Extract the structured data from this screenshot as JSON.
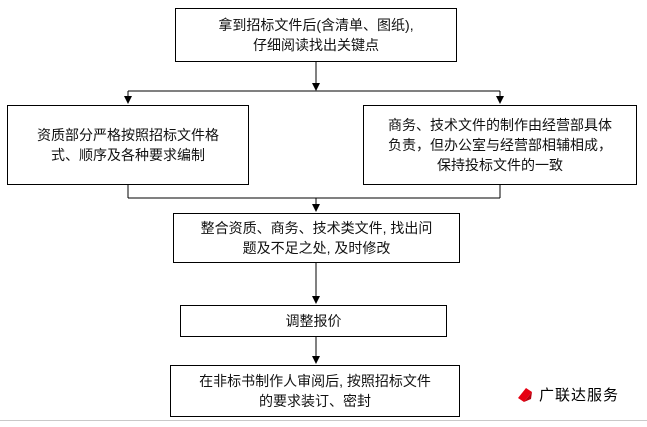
{
  "flowchart": {
    "nodes": {
      "start": {
        "text": "拿到招标文件后(含清单、图纸),\n仔细阅读找出关键点"
      },
      "qualification": {
        "text": "资质部分严格按照招标文件格\n式、顺序及各种要求编制"
      },
      "business": {
        "text": "商务、技术文件的制作由经营部具体\n负责，但办公室与经营部相辅相成，\n保持投标文件的一致"
      },
      "integrate": {
        "text": "整合资质、商务、技术类文件, 找出问\n题及不足之处, 及时修改"
      },
      "adjust": {
        "text": "调整报价"
      },
      "final": {
        "text": "在非标书制作人审阅后, 按照招标文件\n的要求装订、密封"
      }
    },
    "colors": {
      "box_border": "#000000",
      "background": "#ffffff",
      "connector": "#000000"
    }
  },
  "branding": {
    "label": "广联达服务",
    "logo_color": "#e60012"
  }
}
